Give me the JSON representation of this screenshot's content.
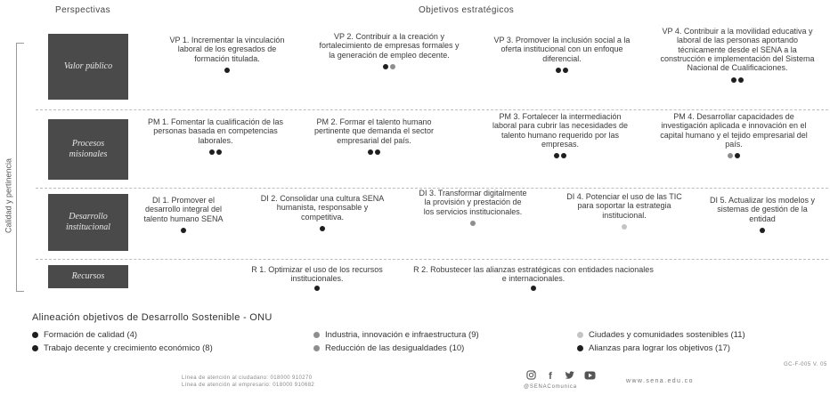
{
  "header": {
    "perspectives": "Perspectivas",
    "objectives": "Objetivos estratégicos"
  },
  "side_label": "Calidad y pertinencia",
  "colors": {
    "dark": "#1f1f1f",
    "gray": "#8e8e8e",
    "light": "#c4c4c4",
    "badge": "#4a4a4a"
  },
  "rows": [
    {
      "label": "Valor público",
      "items": [
        {
          "text": "VP 1. Incrementar la vinculación laboral de los egresados de formación titulada.",
          "dots": [
            "dark"
          ]
        },
        {
          "text": "VP 2. Contribuir a la creación y fortalecimiento de empresas formales y la generación de empleo decente.",
          "dots": [
            "dark",
            "gray"
          ]
        },
        {
          "text": "VP 3. Promover la inclusión social a la oferta institucional con un enfoque diferencial.",
          "dots": [
            "dark",
            "dark"
          ]
        },
        {
          "text": "VP 4. Contribuir a la movilidad educativa y laboral de las personas aportando técnicamente desde el SENA a la construcción e implementación del Sistema Nacional de Cualificaciones.",
          "dots": [
            "dark",
            "dark"
          ]
        }
      ]
    },
    {
      "label": "Procesos misionales",
      "items": [
        {
          "text": "PM 1. Fomentar la cualificación de las personas basada en competencias laborales.",
          "dots": [
            "dark",
            "dark"
          ]
        },
        {
          "text": "PM 2. Formar el talento humano pertinente que demanda el sector empresarial del país.",
          "dots": [
            "dark",
            "dark"
          ]
        },
        {
          "text": "PM 3. Fortalecer la intermediación laboral para cubrir las necesidades de talento humano requerido por las empresas.",
          "dots": [
            "dark",
            "dark"
          ]
        },
        {
          "text": "PM 4. Desarrollar capacidades de investigación aplicada e innovación en el capital humano y el tejido empresarial del país.",
          "dots": [
            "gray",
            "dark"
          ]
        }
      ]
    },
    {
      "label": "Desarrollo institucional",
      "items": [
        {
          "text": "DI 1. Promover el desarrollo integral del talento humano SENA",
          "dots": [
            "dark"
          ]
        },
        {
          "text": "DI 2. Consolidar una cultura SENA humanista, responsable y competitiva.",
          "dots": [
            "dark"
          ]
        },
        {
          "text": "DI 3. Transformar digitalmente la provisión y prestación de los servicios institucionales.",
          "dots": [
            "gray"
          ]
        },
        {
          "text": "DI 4. Potenciar el uso de las TIC para soportar la estrategia institucional.",
          "dots": [
            "light"
          ]
        },
        {
          "text": "DI 5. Actualizar los modelos y sistemas de gestión de la entidad",
          "dots": [
            "dark"
          ]
        }
      ]
    },
    {
      "label": "Recursos",
      "items": [
        {
          "text": "R 1. Optimizar el uso de los recursos institucionales.",
          "dots": [
            "dark"
          ]
        },
        {
          "text": "R 2. Robustecer las alianzas estratégicas con entidades nacionales e internacionales.",
          "dots": [
            "dark"
          ]
        }
      ]
    }
  ],
  "ods": {
    "title": "Alineación objetivos de Desarrollo Sostenible - ONU",
    "items": [
      {
        "label": "Formación de calidad (4)",
        "color": "dark"
      },
      {
        "label": "Industria, innovación e infraestructura (9)",
        "color": "gray"
      },
      {
        "label": "Ciudades y comunidades sostenibles (11)",
        "color": "light"
      },
      {
        "label": "Trabajo decente y crecimiento económico (8)",
        "color": "dark"
      },
      {
        "label": "Reducción de las desigualdades (10)",
        "color": "gray"
      },
      {
        "label": "Alianzas para lograr los objetivos (17)",
        "color": "dark"
      }
    ]
  },
  "footer": {
    "line1": "Línea de atención al ciudadano: 018000 910270",
    "line2": "Línea de atención al empresario: 018000 910682",
    "social_icons": [
      "instagram-icon",
      "facebook-icon",
      "twitter-icon",
      "youtube-icon"
    ],
    "handle": "@SENAComunica",
    "web": "www.sena.edu.co",
    "code": "GC-F-005 V. 05"
  }
}
